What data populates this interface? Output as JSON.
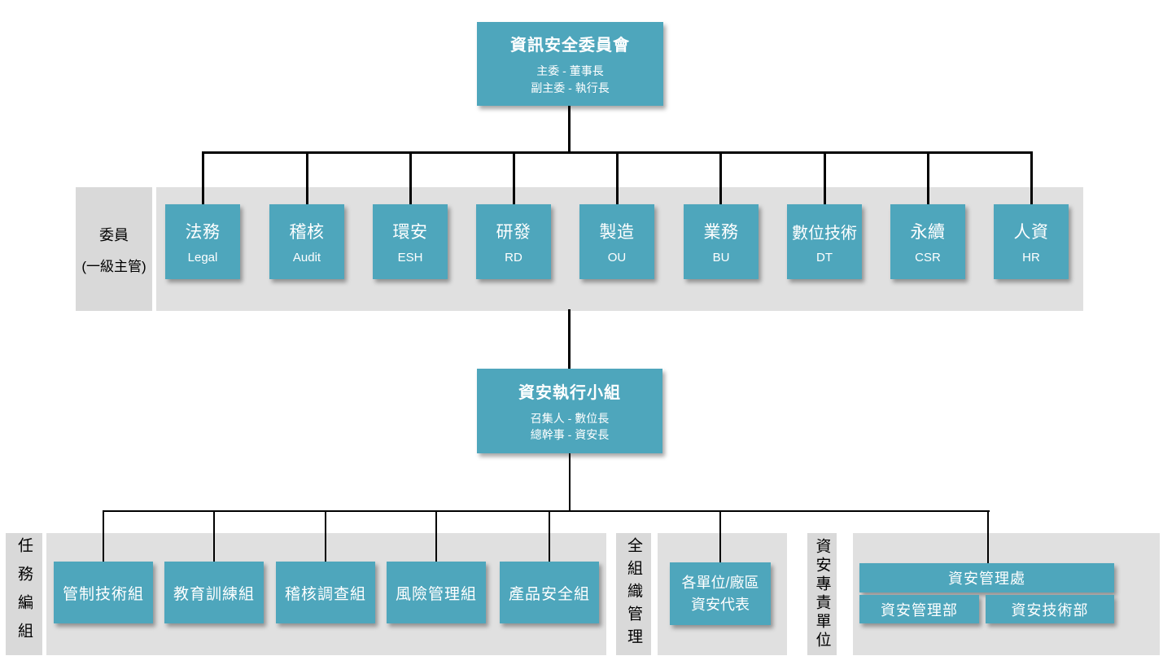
{
  "colors": {
    "box_teal": "#4ea6bc",
    "band_gray": "#e0e0e0",
    "strip_gray": "#d9d9d9",
    "line_black": "#000000",
    "box_text": "#ffffff",
    "label_text": "#000000"
  },
  "top_committee": {
    "title": "資訊安全委員會",
    "subtitle1": "主委 - 董事長",
    "subtitle2": "副主委 - 執行長"
  },
  "members_band": {
    "label_line1": "委員",
    "label_line2": "(一級主管)",
    "members": [
      {
        "name": "法務",
        "abbr": "Legal"
      },
      {
        "name": "稽核",
        "abbr": "Audit"
      },
      {
        "name": "環安",
        "abbr": "ESH"
      },
      {
        "name": "研發",
        "abbr": "RD"
      },
      {
        "name": "製造",
        "abbr": "OU"
      },
      {
        "name": "業務",
        "abbr": "BU"
      },
      {
        "name": "數位技術",
        "abbr": "DT"
      },
      {
        "name": "永續",
        "abbr": "CSR"
      },
      {
        "name": "人資",
        "abbr": "HR"
      }
    ]
  },
  "exec_team": {
    "title": "資安執行小組",
    "subtitle1": "召集人 - 數位長",
    "subtitle2": "總幹事 - 資安長"
  },
  "task_section": {
    "label": "任務編組",
    "groups": [
      "管制技術組",
      "教育訓練組",
      "稽核調查組",
      "風險管理組",
      "產品安全組"
    ]
  },
  "org_wide_section": {
    "label": "全組織管理",
    "rep_line1": "各單位/廠區",
    "rep_line2": "資安代表"
  },
  "dedicated_section": {
    "label": "資安專責單位",
    "division": "資安管理處",
    "departments": [
      "資安管理部",
      "資安技術部"
    ]
  }
}
